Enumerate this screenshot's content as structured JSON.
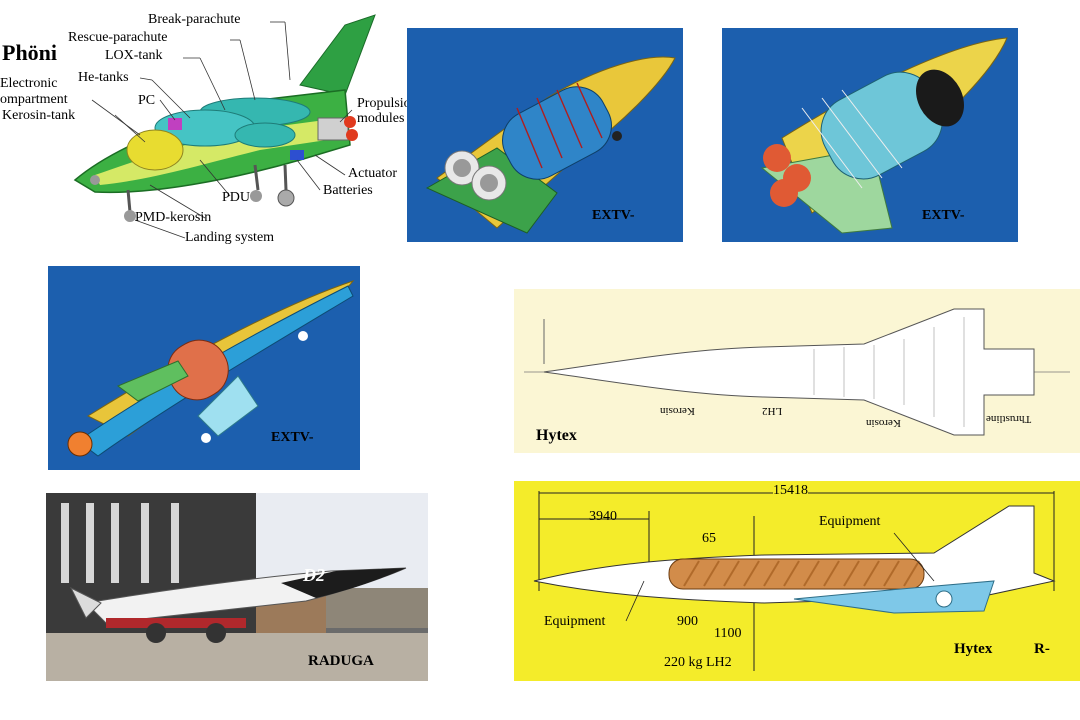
{
  "phoenix": {
    "title": "Phöni",
    "labels": {
      "break_parachute": "Break-parachute",
      "rescue_parachute": "Rescue-parachute",
      "lox_tank": "LOX-tank",
      "electronic": "Electronic",
      "compartment": "ompartment",
      "he_tanks": "He-tanks",
      "pc": "PC",
      "kerosin_tank": "Kerosin-tank",
      "propulsion": "Propulsion",
      "modules": "modules",
      "actuator": "Actuator",
      "batteries": "Batteries",
      "pdu": "PDU",
      "pmd_kerosin": "PMD-kerosin",
      "landing_system": "Landing system"
    }
  },
  "extv1": {
    "caption": "EXTV-"
  },
  "extv2": {
    "caption": "EXTV-"
  },
  "extv3": {
    "caption": "EXTV-"
  },
  "raduga": {
    "caption": "RADUGA",
    "body_mark": "D2"
  },
  "hytex_plan": {
    "caption": "Hytex",
    "labels": {
      "kerosin_left": "Kerosin",
      "lh2": "LH2",
      "kerosin_right": "Kerosin",
      "thrustline": "Thrustline"
    }
  },
  "hytex_r": {
    "caption": "Hytex",
    "caption_suffix": "R-",
    "dims": {
      "total": "15418",
      "nose": "3940",
      "d65": "65",
      "d900": "900",
      "d1100": "1100"
    },
    "labels": {
      "equipment_top": "Equipment",
      "equipment_left": "Equipment",
      "fuel": "220 kg LH2"
    }
  },
  "colors": {
    "blue_bg": "#1c5fae",
    "hytex_yellow": "#f4ec2a",
    "plan_bg": "#fbf6d4",
    "green_hull": "#3cb043"
  }
}
